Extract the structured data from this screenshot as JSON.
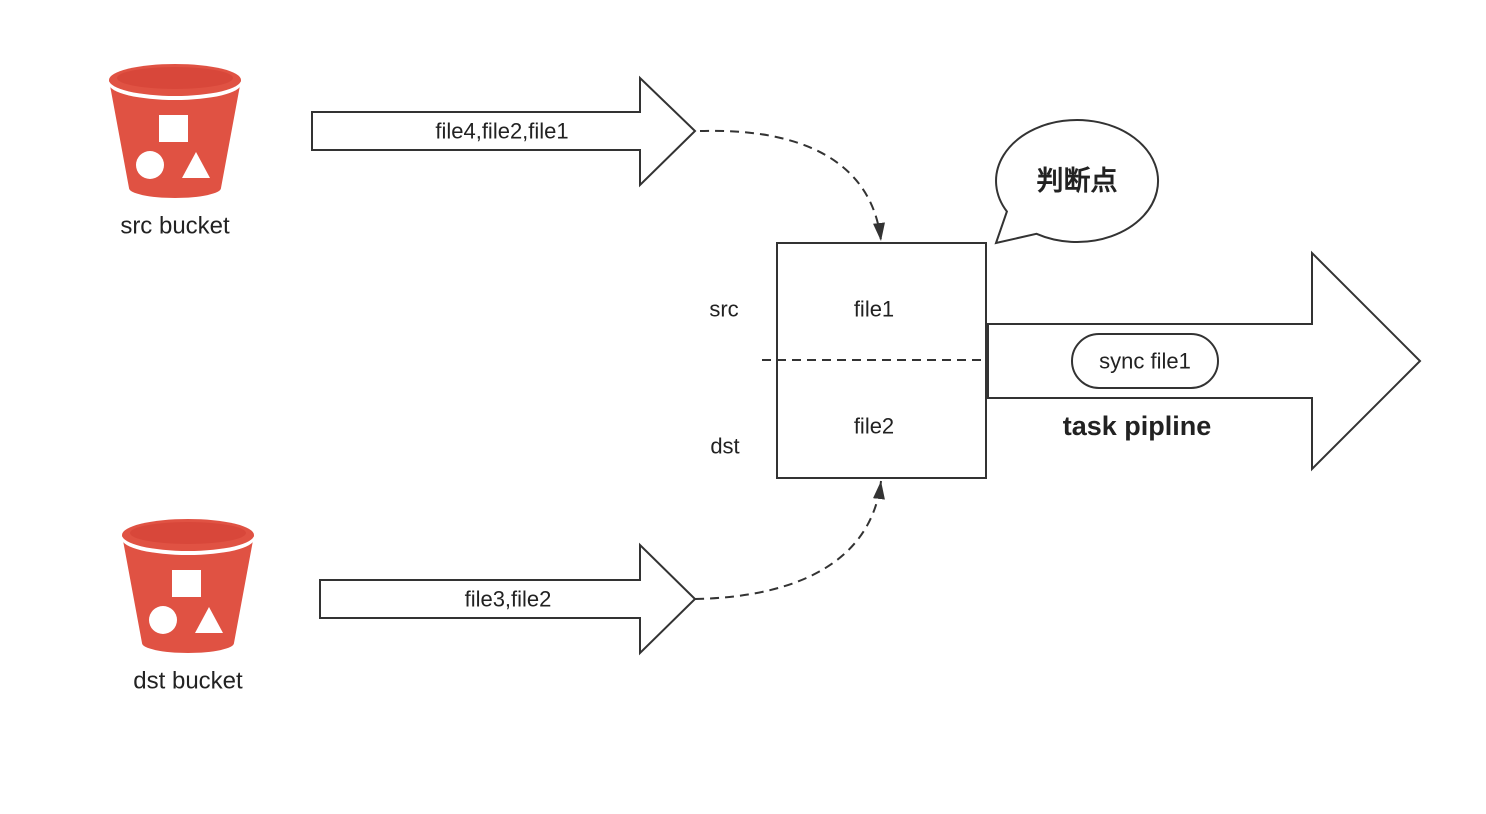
{
  "colors": {
    "bucket_red": "#E05243",
    "bucket_top": "#D8473A",
    "stroke": "#333333"
  },
  "buckets": {
    "src": {
      "label": "src bucket",
      "icon": "s3-bucket-icon"
    },
    "dst": {
      "label": "dst bucket",
      "icon": "s3-bucket-icon"
    }
  },
  "streams": {
    "src_stream": "file4,file2,file1",
    "dst_stream": "file3,file2"
  },
  "compare_box": {
    "src_label": "src",
    "dst_label": "dst",
    "src_file": "file1",
    "dst_file": "file2"
  },
  "bubble": {
    "text": "判断点"
  },
  "pipeline": {
    "task_label": "sync file1",
    "title": "task pipline"
  }
}
